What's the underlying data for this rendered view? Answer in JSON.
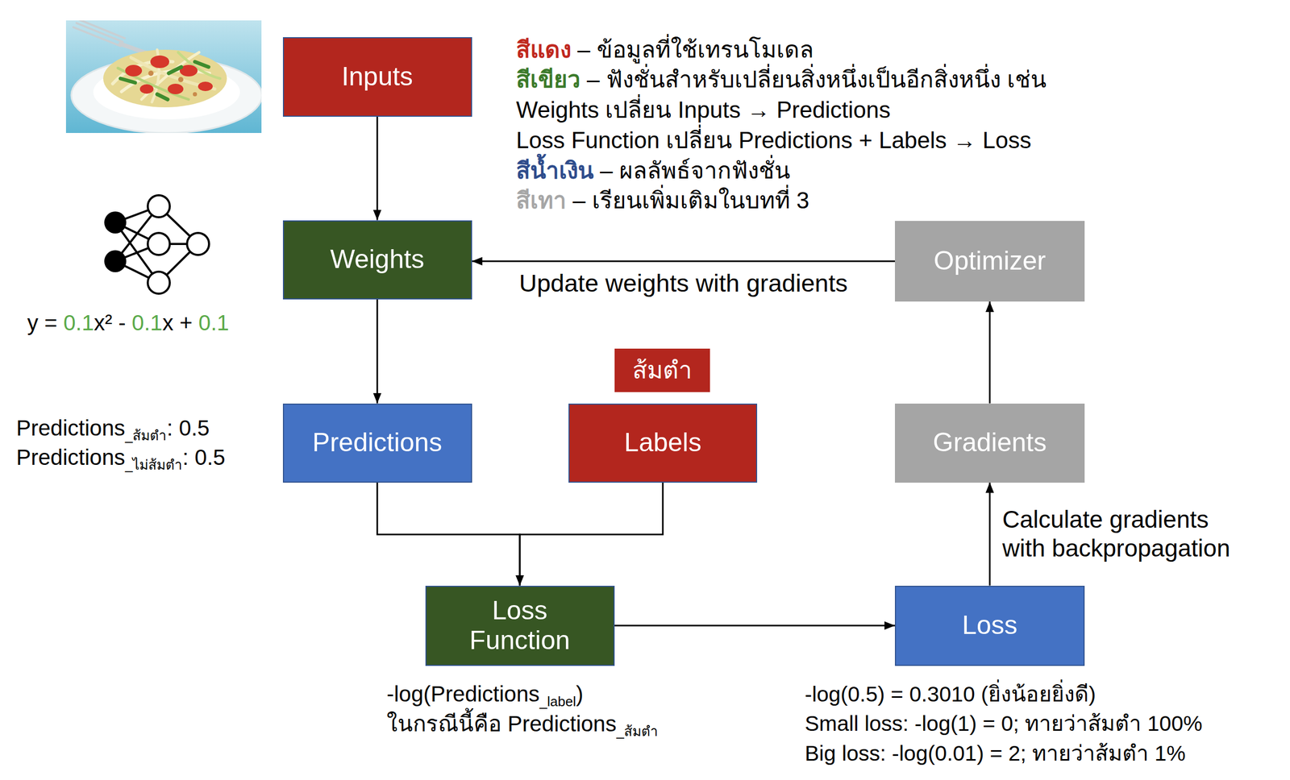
{
  "diagram": {
    "nodes": [
      {
        "text": [
          "Inputs"
        ]
      },
      {
        "text": [
          "Weights"
        ]
      },
      {
        "text": [
          "Optimizer"
        ]
      },
      {
        "text": [
          "ส้มตำ"
        ]
      },
      {
        "text": [
          "Predictions"
        ]
      },
      {
        "text": [
          "Labels"
        ]
      },
      {
        "text": [
          "Gradients"
        ]
      },
      {
        "text": [
          "Loss Function"
        ]
      },
      {
        "text": [
          "Loss"
        ]
      }
    ],
    "edges": [
      {
        "from": 0,
        "to": 1,
        "arrow": "to"
      },
      {
        "from": 1,
        "to": 4,
        "arrow": "to"
      },
      {
        "from": 4,
        "to": 7,
        "arrow": "to"
      },
      {
        "from": 5,
        "to": 7,
        "arrow": "to"
      },
      {
        "from": 7,
        "to": 8,
        "arrow": "to"
      },
      {
        "from": 8,
        "to": 6,
        "label": "Calculate gradients with backpropagation",
        "arrow": "to"
      },
      {
        "from": 6,
        "to": 2,
        "arrow": "to"
      },
      {
        "from": 2,
        "to": 1,
        "label": "Update weights with gradients",
        "arrow": "to"
      }
    ],
    "labels": [
      "สีแดง",
      "– ข้อมูลที่ใช้เทรนโมเดล",
      "สีเขียว",
      "– ฟังชั่นสำหรับเปลี่ยนสิ่งหนึ่งเป็นอีกสิ่งหนึ่ง เช่น",
      "Weights เปลี่ยน Inputs → Predictions",
      "Loss Function เปลี่ยน Predictions + Labels → Loss",
      "สีน้ำเงิน",
      "– ผลลัพธ์จากฟังชั่น",
      "สีเทา",
      "– เรียนเพิ่มเติมในบทที่ 3",
      "y = 0.1x² - 0.1x + 0.1",
      "Predictions_ส้มตำ: 0.5",
      "Predictions_ไม่ส้มตำ: 0.5",
      "-log(Predictions_label)",
      "ในกรณีนี้คือ Predictions_ส้มตำ",
      "-log(0.5) = 0.3010 (ยิ่งน้อยยิ่งดี)",
      "Small loss: -log(1) = 0; ทายว่าส้มตำ 100%",
      "Big loss: -log(0.01) = 2; ทายว่าส้มตำ 1%"
    ]
  }
}
